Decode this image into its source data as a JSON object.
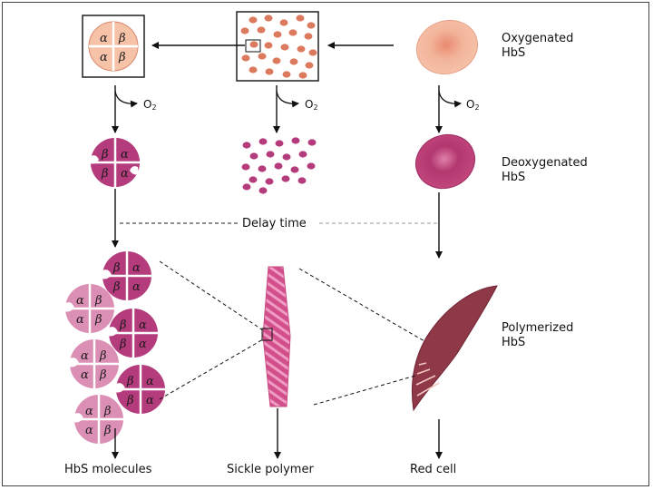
{
  "labels": {
    "oxygenated": "Oxygenated\nHbS",
    "deoxygenated": "Deoxygenated\nHbS",
    "polymerized": "Polymerized\nHbS",
    "delay_time": "Delay time",
    "hbs_molecules": "HbS molecules",
    "sickle_polymer": "Sickle polymer",
    "red_cell": "Red cell",
    "o2": "O",
    "o2_sub": "2"
  },
  "subunits": {
    "alpha": "α",
    "beta": "β"
  },
  "colors": {
    "oxy": "#f3b69b",
    "oxy_dark": "#e0876a",
    "deoxy": "#b53c7c",
    "deoxy_light": "#dc8fb4",
    "polymer": "#d45a94",
    "sickle": "#8f3848",
    "molecule_dots": "#d9785a"
  }
}
